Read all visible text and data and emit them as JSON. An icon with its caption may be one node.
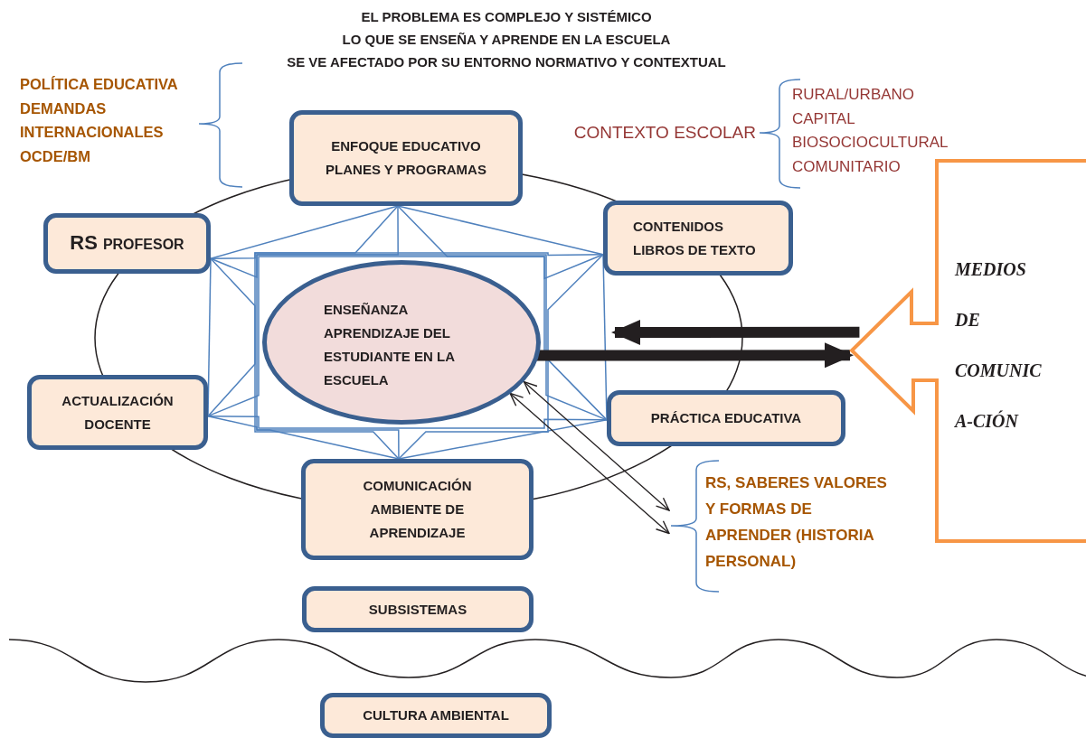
{
  "diagram": {
    "nodes": [
      {
        "text": [
          "ENFOQUE EDUCATIVO PLANES Y PROGRAMAS"
        ]
      },
      {
        "text": [
          "RS",
          "PROFESOR"
        ]
      },
      {
        "text": [
          "CONTENIDOS LIBROS DE TEXTO"
        ]
      },
      {
        "text": [
          "ENSEÑANZA APRENDIZAJE DEL ESTUDIANTE EN LA ESCUELA"
        ]
      },
      {
        "text": [
          "ACTUALIZACIÓN DOCENTE"
        ]
      },
      {
        "text": [
          "PRÁCTICA EDUCATIVA"
        ]
      },
      {
        "text": [
          "COMUNICACIÓN AMBIENTE DE APRENDIZAJE"
        ]
      },
      {
        "text": [
          "SUBSISTEMAS"
        ]
      },
      {
        "text": [
          "CULTURA AMBIENTAL"
        ]
      },
      {
        "text": [
          "MEDIOS DE COMUNIC A-CIÓN"
        ]
      },
      {
        "text": [
          "RS, SABERES VALORES Y FORMAS DE APRENDER (HISTORIA PERSONAL)"
        ]
      }
    ],
    "edges": [
      {
        "from": 0,
        "to": 1,
        "arrow": "none"
      },
      {
        "from": 0,
        "to": 2,
        "arrow": "none"
      },
      {
        "from": 0,
        "to": 4,
        "arrow": "none"
      },
      {
        "from": 0,
        "to": 5,
        "arrow": "none"
      },
      {
        "from": 0,
        "to": 6,
        "arrow": "none"
      },
      {
        "from": 1,
        "to": 2,
        "arrow": "none"
      },
      {
        "from": 1,
        "to": 4,
        "arrow": "none"
      },
      {
        "from": 1,
        "to": 5,
        "arrow": "none"
      },
      {
        "from": 1,
        "to": 6,
        "arrow": "none"
      },
      {
        "from": 2,
        "to": 4,
        "arrow": "none"
      },
      {
        "from": 2,
        "to": 5,
        "arrow": "none"
      },
      {
        "from": 2,
        "to": 6,
        "arrow": "none"
      },
      {
        "from": 4,
        "to": 5,
        "arrow": "none"
      },
      {
        "from": 4,
        "to": 6,
        "arrow": "none"
      },
      {
        "from": 5,
        "to": 6,
        "arrow": "none"
      },
      {
        "from": 3,
        "to": 10,
        "arrow": "both",
        "color": "#231f20"
      },
      {
        "from": 3,
        "to": 10,
        "arrow": "both",
        "color": "#231f20"
      },
      {
        "from": 9,
        "to": null,
        "arrow": "to",
        "style": "thick",
        "color": "#231f20"
      },
      {
        "from": 3,
        "to": 9,
        "arrow": "to",
        "style": "thick",
        "color": "#231f20"
      }
    ],
    "labels": [
      "EL PROBLEMA ES COMPLEJO  Y SISTÉMICO",
      "LO QUE SE ENSEÑA Y APRENDE EN LA ESCUELA",
      "SE VE AFECTADO POR SU ENTORNO NORMATIVO Y CONTEXTUAL",
      "POLÍTICA EDUCATIVA DEMANDAS INTERNACIONALES OCDE/BM",
      "CONTEXTO ESCOLAR",
      "RURAL/URBANO CAPITAL BIOSOCIOCULTURAL COMUNITARIO"
    ]
  }
}
